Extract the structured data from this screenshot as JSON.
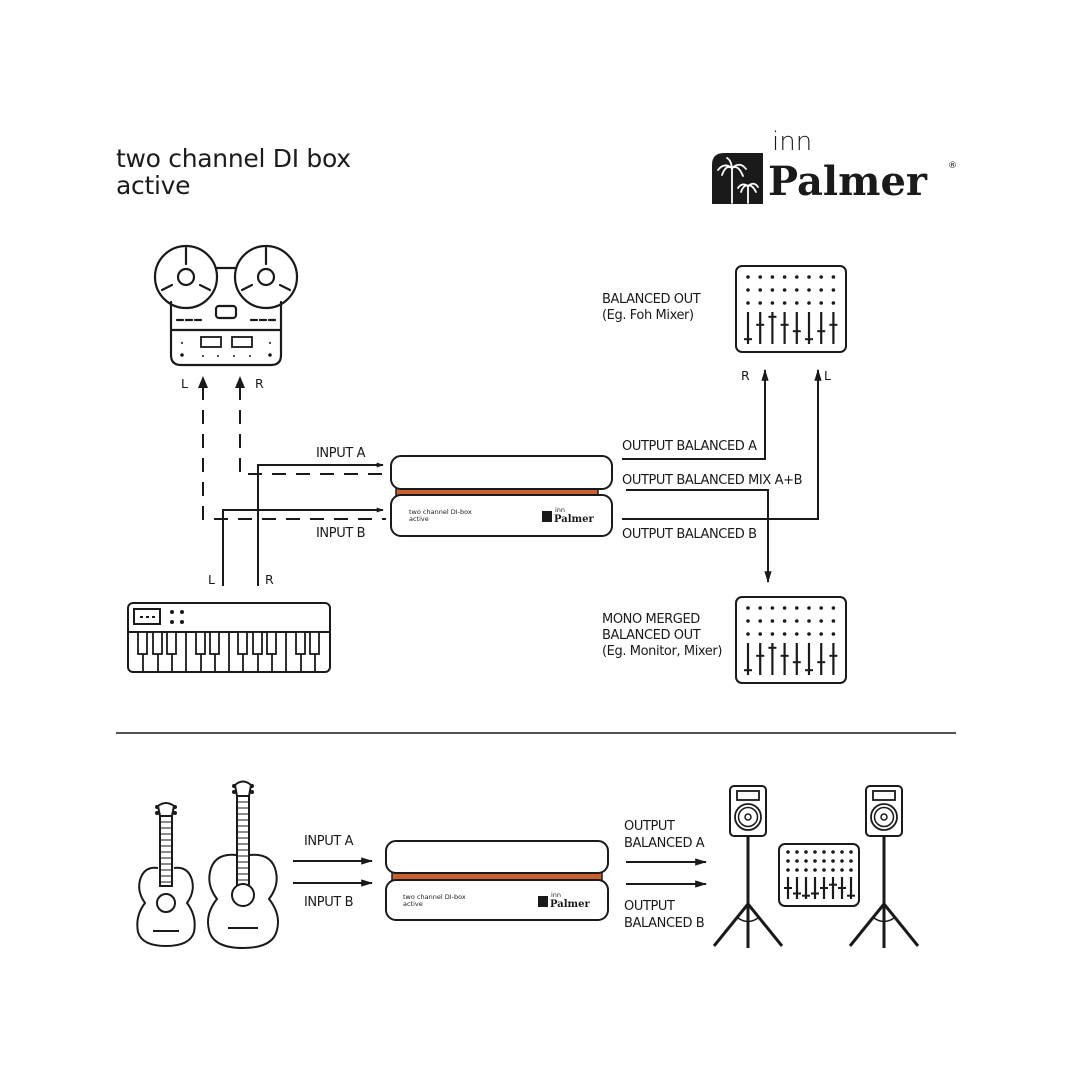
{
  "title": {
    "line1": "two channel DI box",
    "line2": "active"
  },
  "brand": {
    "prefix": "inn",
    "name": "Palmer",
    "registered": "®",
    "logo_icon": "palm-tree-icon"
  },
  "colors": {
    "stroke": "#1a1a1a",
    "accent_strip": "#c8612f",
    "background": "#ffffff"
  },
  "top_diagram": {
    "source_tape": {
      "icon": "reel-to-reel-tape-icon",
      "left_label": "L",
      "right_label": "R"
    },
    "source_keyboard": {
      "icon": "keyboard-synth-icon",
      "left_label": "L",
      "right_label": "R"
    },
    "input_a_label": "INPUT A",
    "input_b_label": "INPUT B",
    "di_box": {
      "line1": "two channel DI-box",
      "line2": "active",
      "brand_prefix": "inn",
      "brand_name": "Palmer"
    },
    "output_a_label": "OUTPUT BALANCED A",
    "output_mix_label": "OUTPUT BALANCED MIX A+B",
    "output_b_label": "OUTPUT BALANCED B",
    "foh_mixer": {
      "icon": "mixer-icon",
      "line1": "BALANCED OUT",
      "line2": "(Eg. Foh Mixer)",
      "r_label": "R",
      "l_label": "L"
    },
    "monitor_mixer": {
      "icon": "mixer-icon",
      "line1": "MONO MERGED",
      "line2": "BALANCED OUT",
      "line3": "(Eg. Monitor, Mixer)"
    }
  },
  "bottom_diagram": {
    "sources": [
      "acoustic-guitar-small-icon",
      "acoustic-guitar-large-icon"
    ],
    "input_a_label": "INPUT A",
    "input_b_label": "INPUT B",
    "di_box": {
      "line1": "two channel DI-box",
      "line2": "active",
      "brand_prefix": "inn",
      "brand_name": "Palmer"
    },
    "output_a_line1": "OUTPUT",
    "output_a_line2": "BALANCED A",
    "output_b_line1": "OUTPUT",
    "output_b_line2": "BALANCED B",
    "destinations": [
      "pa-speaker-on-stand-icon",
      "mixer-icon",
      "pa-speaker-on-stand-icon"
    ]
  }
}
